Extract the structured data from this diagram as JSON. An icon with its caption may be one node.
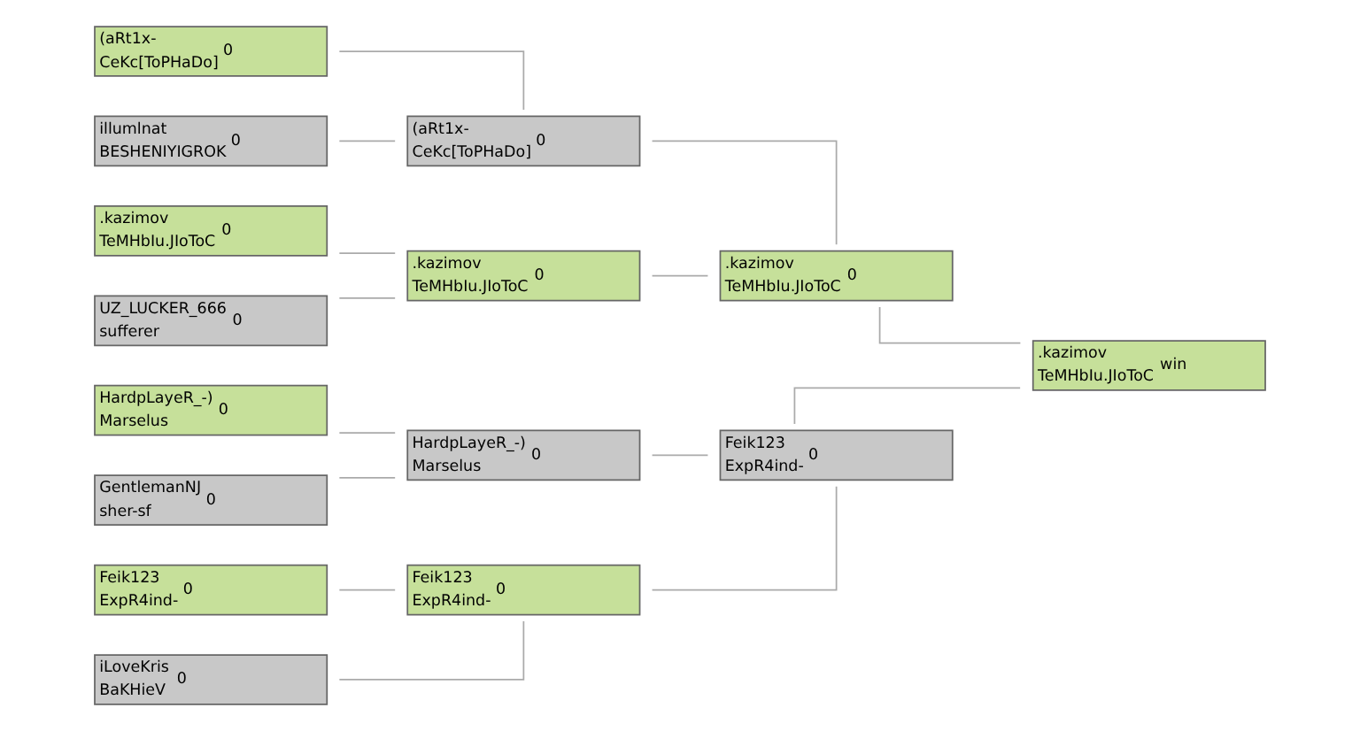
{
  "diagram": {
    "nodes": [
      {
        "text": [
          "(aRt1x-",
          "CeKc[ToPHaDo]",
          "0"
        ]
      },
      {
        "text": [
          "illumlnat",
          "BESHENIYIGROK",
          "0"
        ]
      },
      {
        "text": [
          ".kazimov",
          "TeMHbIu.JIoToC",
          "0"
        ]
      },
      {
        "text": [
          "UZ_LUCKER_666",
          "sufferer",
          "0"
        ]
      },
      {
        "text": [
          "Feik123",
          "ExpR4ind-",
          "0"
        ]
      },
      {
        "text": [
          "iLoveKris",
          "BaKHieV",
          "0"
        ]
      },
      {
        "text": [
          "HardpLayeR_-)",
          "Marselus",
          "0"
        ]
      },
      {
        "text": [
          "GentlemanNJ",
          "sher-sf",
          "0"
        ]
      },
      {
        "text": [
          "(aRt1x-",
          "CeKc[ToPHaDo]",
          "0"
        ]
      },
      {
        "text": [
          ".kazimov",
          "TeMHbIu.JIoToC",
          "0"
        ]
      },
      {
        "text": [
          "Feik123",
          "ExpR4ind-",
          "0"
        ]
      },
      {
        "text": [
          "HardpLayeR_-)",
          "Marselus",
          "0"
        ]
      },
      {
        "text": [
          ".kazimov",
          "TeMHbIu.JIoToC",
          "0"
        ]
      },
      {
        "text": [
          "Feik123",
          "ExpR4ind-",
          "0"
        ]
      },
      {
        "text": [
          ".kazimov",
          "TeMHbIu.JIoToC",
          "win"
        ]
      }
    ],
    "edges": [
      {
        "from": 0,
        "to": 8,
        "arrow": "none"
      },
      {
        "from": 1,
        "to": 8,
        "arrow": "none"
      },
      {
        "from": 2,
        "to": 9,
        "arrow": "none"
      },
      {
        "from": 3,
        "to": 9,
        "arrow": "none"
      },
      {
        "from": 4,
        "to": 10,
        "arrow": "none"
      },
      {
        "from": 5,
        "to": 10,
        "arrow": "none"
      },
      {
        "from": 6,
        "to": 11,
        "arrow": "none"
      },
      {
        "from": 7,
        "to": 11,
        "arrow": "none"
      },
      {
        "from": 8,
        "to": 12,
        "arrow": "none"
      },
      {
        "from": 9,
        "to": 12,
        "arrow": "none"
      },
      {
        "from": 10,
        "to": 13,
        "arrow": "none"
      },
      {
        "from": 11,
        "to": 13,
        "arrow": "none"
      },
      {
        "from": 12,
        "to": 14,
        "arrow": "none"
      },
      {
        "from": 13,
        "to": 14,
        "arrow": "none"
      }
    ]
  }
}
